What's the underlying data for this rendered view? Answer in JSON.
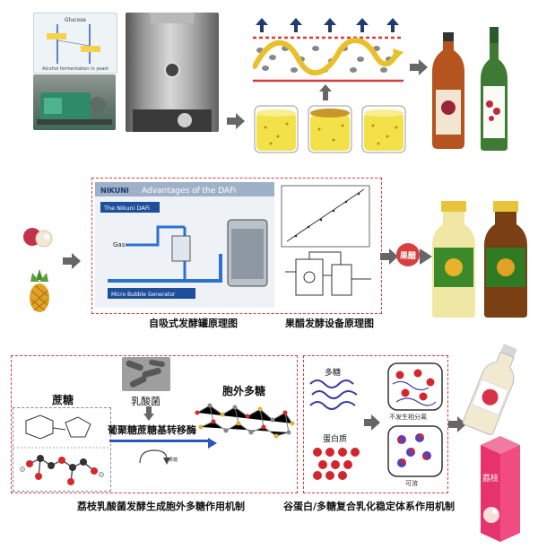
{
  "section1": {
    "glycolysis_title": "Glucose",
    "glycolysis_subtitle": "Alcohol fermentation in yeast"
  },
  "section2": {
    "dafi_banner": "Advantages of the DAFi",
    "dafi_logo": "NIKUNI",
    "dafi_subtitle": "The Nikuni DAFi",
    "dafi_gas": "Gas",
    "dafi_generator": "Micro Bubble Generator",
    "caption_left": "自吸式发酵罐原理图",
    "caption_right": "果醋发酵设备原理图",
    "vinegar_badge": "果醋"
  },
  "section3": {
    "sucrose_label": "蔗糖",
    "lab_label": "乳酸菌",
    "enzyme_label": "葡聚糖蔗糖基转移酶",
    "eps_label": "胞外多糖",
    "polysaccharide_label": "多糖",
    "protein_label": "蛋白质",
    "no_separation": "不发生相分离",
    "possible": "可溶",
    "caption_left": "荔枝乳酸菌发酵生成胞外多糖作用机制",
    "caption_right": "谷蛋白/多糖复合乳化稳定体系作用机制",
    "carton_label": "荔枝"
  },
  "colors": {
    "dash_red": "#d23c3c",
    "arrow_gray": "#666666",
    "juice_yellow": "#f3e14a",
    "bubble_red": "#d3262c",
    "bubble_purple": "#5b3fb8"
  }
}
